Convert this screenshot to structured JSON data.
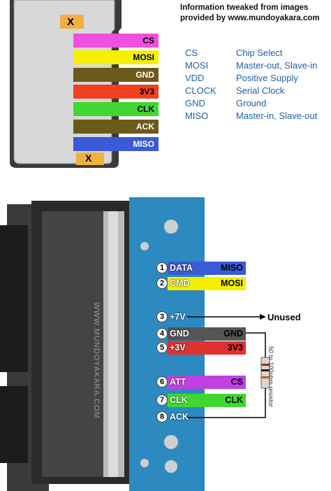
{
  "credit": {
    "line1": "Information tweaked from images",
    "line2": "provided by www.mundoyakara.com"
  },
  "legend": [
    {
      "abbr": "CS",
      "desc": "Chip Select"
    },
    {
      "abbr": "MOSI",
      "desc": "Master-out, Slave-in"
    },
    {
      "abbr": "VDD",
      "desc": "Positive Supply"
    },
    {
      "abbr": "CLOCK",
      "desc": "Serial Clock"
    },
    {
      "abbr": "GND",
      "desc": "Ground"
    },
    {
      "abbr": "MISO",
      "desc": "Master-in, Slave-out"
    }
  ],
  "sd_card": {
    "pins": [
      {
        "label": "CS",
        "color": "#f050e0"
      },
      {
        "label": "MOSI",
        "color": "#f5f000"
      },
      {
        "label": "GND",
        "color": "#6b5a1a"
      },
      {
        "label": "3V3",
        "color": "#f04020"
      },
      {
        "label": "CLK",
        "color": "#40d830"
      },
      {
        "label": "ACK",
        "color": "#6b5a1a"
      },
      {
        "label": "MISO",
        "color": "#3a5ad8"
      }
    ],
    "nc_mark": "X"
  },
  "psx": {
    "watermark": "WWW.MUNDOYAKARA.COM",
    "pins": [
      {
        "num": "1",
        "name": "DATA",
        "mapped": "MISO",
        "color": "#3a5ad8"
      },
      {
        "num": "2",
        "name": "CMD",
        "mapped": "MOSI",
        "color": "#f5f000"
      },
      {
        "num": "3",
        "name": "+7V",
        "mapped": "",
        "color": ""
      },
      {
        "num": "4",
        "name": "GND",
        "mapped": "GND",
        "color": "#555555"
      },
      {
        "num": "5",
        "name": "+3V",
        "mapped": "3V3",
        "color": "#e03030"
      },
      {
        "num": "6",
        "name": "ATT",
        "mapped": "CS",
        "color": "#c040e0"
      },
      {
        "num": "7",
        "name": "CLK",
        "mapped": "CLK",
        "color": "#40d830"
      },
      {
        "num": "8",
        "name": "ACK",
        "mapped": "",
        "color": ""
      }
    ],
    "unused_label": "Unused",
    "resistor_label": "50 to 100ohm resistor"
  }
}
